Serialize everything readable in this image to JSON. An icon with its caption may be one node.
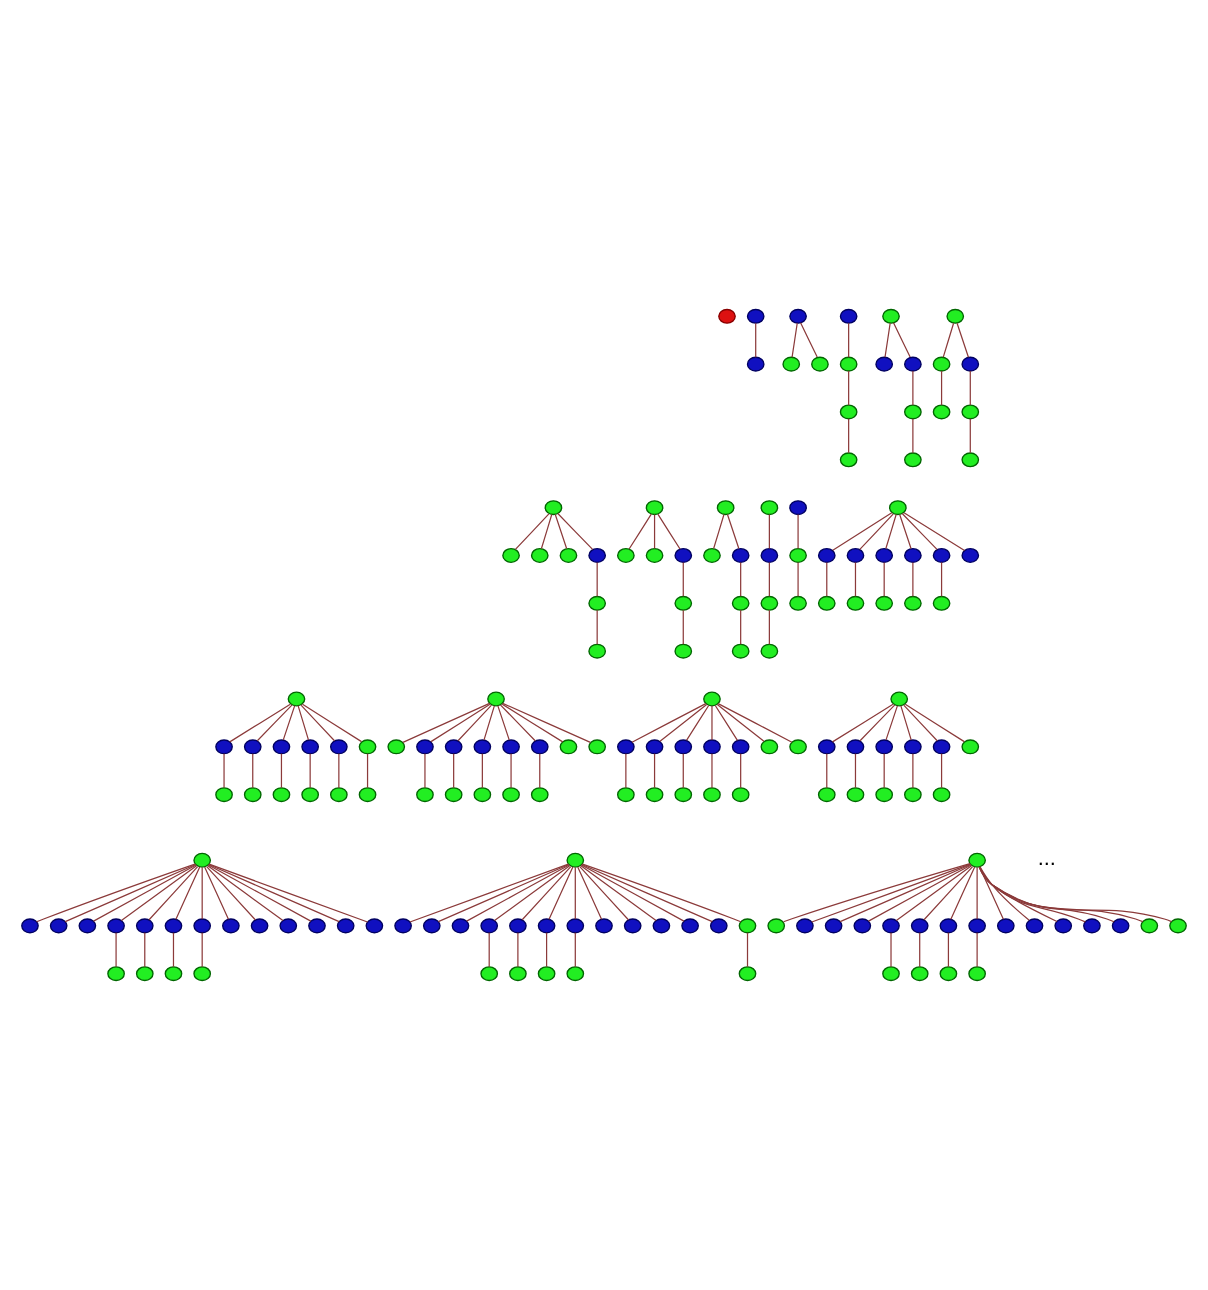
{
  "diagram": {
    "nodes": [
      {
        "text": [],
        "shape": "circle"
      },
      {
        "text": [],
        "shape": "circle"
      },
      {
        "text": [],
        "shape": "circle"
      },
      {
        "text": [],
        "shape": "circle"
      },
      {
        "text": [],
        "shape": "circle"
      },
      {
        "text": [],
        "shape": "circle"
      },
      {
        "text": [],
        "shape": "circle"
      },
      {
        "text": [],
        "shape": "circle"
      },
      {
        "text": [],
        "shape": "circle"
      },
      {
        "text": [],
        "shape": "circle"
      },
      {
        "text": [],
        "shape": "circle"
      },
      {
        "text": [],
        "shape": "circle"
      },
      {
        "text": [],
        "shape": "circle"
      },
      {
        "text": [],
        "shape": "circle"
      },
      {
        "text": [],
        "shape": "circle"
      },
      {
        "text": [],
        "shape": "circle"
      },
      {
        "text": [],
        "shape": "circle"
      },
      {
        "text": [],
        "shape": "circle"
      },
      {
        "text": [],
        "shape": "circle"
      },
      {
        "text": [],
        "shape": "circle"
      },
      {
        "text": [],
        "shape": "circle"
      },
      {
        "text": [],
        "shape": "circle"
      },
      {
        "text": [],
        "shape": "circle"
      },
      {
        "text": [],
        "shape": "circle"
      },
      {
        "text": [],
        "shape": "circle"
      },
      {
        "text": [],
        "shape": "circle"
      },
      {
        "text": [],
        "shape": "circle"
      },
      {
        "text": [],
        "shape": "circle"
      },
      {
        "text": [],
        "shape": "circle"
      },
      {
        "text": [],
        "shape": "circle"
      },
      {
        "text": [],
        "shape": "circle"
      },
      {
        "text": [],
        "shape": "circle"
      },
      {
        "text": [],
        "shape": "circle"
      },
      {
        "text": [],
        "shape": "circle"
      },
      {
        "text": [],
        "shape": "circle"
      },
      {
        "text": [],
        "shape": "circle"
      },
      {
        "text": [],
        "shape": "circle"
      },
      {
        "text": [],
        "shape": "circle"
      },
      {
        "text": [],
        "shape": "circle"
      },
      {
        "text": [],
        "shape": "circle"
      },
      {
        "text": [],
        "shape": "circle"
      },
      {
        "text": [],
        "shape": "circle"
      },
      {
        "text": [],
        "shape": "circle"
      },
      {
        "text": [],
        "shape": "circle"
      },
      {
        "text": [],
        "shape": "circle"
      },
      {
        "text": [],
        "shape": "circle"
      },
      {
        "text": [],
        "shape": "circle"
      },
      {
        "text": [],
        "shape": "circle"
      },
      {
        "text": [],
        "shape": "circle"
      },
      {
        "text": [],
        "shape": "circle"
      },
      {
        "text": [],
        "shape": "circle"
      },
      {
        "text": [],
        "shape": "circle"
      },
      {
        "text": [],
        "shape": "circle"
      },
      {
        "text": [],
        "shape": "circle"
      },
      {
        "text": [],
        "shape": "circle"
      },
      {
        "text": [],
        "shape": "circle"
      },
      {
        "text": [],
        "shape": "circle"
      },
      {
        "text": [],
        "shape": "circle"
      },
      {
        "text": [],
        "shape": "circle"
      },
      {
        "text": [],
        "shape": "circle"
      },
      {
        "text": [],
        "shape": "circle"
      },
      {
        "text": [],
        "shape": "circle"
      },
      {
        "text": [],
        "shape": "circle"
      },
      {
        "text": [],
        "shape": "circle"
      },
      {
        "text": [],
        "shape": "circle"
      },
      {
        "text": [],
        "shape": "circle"
      },
      {
        "text": [],
        "shape": "circle"
      },
      {
        "text": [],
        "shape": "circle"
      },
      {
        "text": [],
        "shape": "circle"
      },
      {
        "text": [],
        "shape": "circle"
      },
      {
        "text": [],
        "shape": "circle"
      },
      {
        "text": [],
        "shape": "circle"
      },
      {
        "text": [],
        "shape": "circle"
      },
      {
        "text": [],
        "shape": "circle"
      },
      {
        "text": [],
        "shape": "circle"
      },
      {
        "text": [],
        "shape": "circle"
      },
      {
        "text": [],
        "shape": "circle"
      },
      {
        "text": [],
        "shape": "circle"
      },
      {
        "text": [],
        "shape": "circle"
      },
      {
        "text": [],
        "shape": "circle"
      },
      {
        "text": [],
        "shape": "circle"
      },
      {
        "text": [],
        "shape": "circle"
      },
      {
        "text": [],
        "shape": "circle"
      },
      {
        "text": [],
        "shape": "circle"
      },
      {
        "text": [],
        "shape": "circle"
      },
      {
        "text": [],
        "shape": "circle"
      },
      {
        "text": [],
        "shape": "circle"
      },
      {
        "text": [],
        "shape": "circle"
      },
      {
        "text": [],
        "shape": "circle"
      },
      {
        "text": [],
        "shape": "circle"
      },
      {
        "text": [],
        "shape": "circle"
      },
      {
        "text": [],
        "shape": "circle"
      },
      {
        "text": [],
        "shape": "circle"
      },
      {
        "text": [],
        "shape": "circle"
      },
      {
        "text": [],
        "shape": "circle"
      },
      {
        "text": [],
        "shape": "circle"
      },
      {
        "text": [],
        "shape": "circle"
      },
      {
        "text": [],
        "shape": "circle"
      },
      {
        "text": [],
        "shape": "circle"
      },
      {
        "text": [],
        "shape": "circle"
      },
      {
        "text": [],
        "shape": "circle"
      },
      {
        "text": [],
        "shape": "circle"
      },
      {
        "text": [],
        "shape": "circle"
      },
      {
        "text": [],
        "shape": "circle"
      },
      {
        "text": [],
        "shape": "circle"
      },
      {
        "text": [],
        "shape": "circle"
      },
      {
        "text": [],
        "shape": "circle"
      },
      {
        "text": [],
        "shape": "circle"
      },
      {
        "text": [],
        "shape": "circle"
      },
      {
        "text": [],
        "shape": "circle"
      },
      {
        "text": [],
        "shape": "circle"
      },
      {
        "text": [],
        "shape": "circle"
      },
      {
        "text": [],
        "shape": "circle"
      },
      {
        "text": [],
        "shape": "circle"
      },
      {
        "text": [],
        "shape": "circle"
      },
      {
        "text": [],
        "shape": "circle"
      },
      {
        "text": [],
        "shape": "circle"
      },
      {
        "text": [],
        "shape": "circle"
      },
      {
        "text": [],
        "shape": "circle"
      },
      {
        "text": [],
        "shape": "circle"
      },
      {
        "text": [],
        "shape": "circle"
      },
      {
        "text": [],
        "shape": "circle"
      },
      {
        "text": [],
        "shape": "circle"
      },
      {
        "text": [],
        "shape": "circle"
      },
      {
        "text": [],
        "shape": "circle"
      },
      {
        "text": [],
        "shape": "circle"
      },
      {
        "text": [],
        "shape": "circle"
      },
      {
        "text": [],
        "shape": "circle"
      },
      {
        "text": [],
        "shape": "circle"
      },
      {
        "text": [],
        "shape": "circle"
      },
      {
        "text": [],
        "shape": "circle"
      },
      {
        "text": [],
        "shape": "circle"
      },
      {
        "text": [],
        "shape": "circle"
      },
      {
        "text": [],
        "shape": "circle"
      },
      {
        "text": [],
        "shape": "circle"
      },
      {
        "text": [],
        "shape": "circle"
      },
      {
        "text": [],
        "shape": "circle"
      },
      {
        "text": [],
        "shape": "circle"
      },
      {
        "text": [],
        "shape": "circle"
      },
      {
        "text": [],
        "shape": "circle"
      },
      {
        "text": [],
        "shape": "circle"
      },
      {
        "text": [],
        "shape": "circle"
      },
      {
        "text": [],
        "shape": "circle"
      },
      {
        "text": [],
        "shape": "circle"
      },
      {
        "text": [],
        "shape": "circle"
      },
      {
        "text": [],
        "shape": "circle"
      },
      {
        "text": [],
        "shape": "circle"
      },
      {
        "text": [],
        "shape": "circle"
      },
      {
        "text": [],
        "shape": "circle"
      },
      {
        "text": [],
        "shape": "circle"
      },
      {
        "text": [],
        "shape": "circle"
      },
      {
        "text": [],
        "shape": "circle"
      },
      {
        "text": [],
        "shape": "circle"
      },
      {
        "text": [],
        "shape": "circle"
      },
      {
        "text": [],
        "shape": "circle"
      },
      {
        "text": [],
        "shape": "circle"
      },
      {
        "text": [],
        "shape": "circle"
      },
      {
        "text": [],
        "shape": "circle"
      },
      {
        "text": [],
        "shape": "circle"
      },
      {
        "text": [],
        "shape": "circle"
      },
      {
        "text": [],
        "shape": "circle"
      },
      {
        "text": [],
        "shape": "circle"
      },
      {
        "text": [],
        "shape": "circle"
      },
      {
        "text": [],
        "shape": "circle"
      },
      {
        "text": [],
        "shape": "circle"
      },
      {
        "text": [],
        "shape": "circle"
      },
      {
        "text": [],
        "shape": "circle"
      }
    ],
    "edges": [
      {
        "from": 1,
        "to": 2,
        "arrow": "none"
      },
      {
        "from": 3,
        "to": 4,
        "arrow": "none"
      },
      {
        "from": 3,
        "to": 5,
        "arrow": "none"
      },
      {
        "from": 6,
        "to": 7,
        "arrow": "none"
      },
      {
        "from": 7,
        "to": 8,
        "arrow": "none"
      },
      {
        "from": 8,
        "to": 9,
        "arrow": "none"
      },
      {
        "from": 10,
        "to": 11,
        "arrow": "none"
      },
      {
        "from": 10,
        "to": 12,
        "arrow": "none"
      },
      {
        "from": 12,
        "to": 13,
        "arrow": "none"
      },
      {
        "from": 13,
        "to": 14,
        "arrow": "none"
      },
      {
        "from": 15,
        "to": 16,
        "arrow": "none"
      },
      {
        "from": 15,
        "to": 17,
        "arrow": "none"
      },
      {
        "from": 16,
        "to": 18,
        "arrow": "none"
      },
      {
        "from": 17,
        "to": 19,
        "arrow": "none"
      },
      {
        "from": 19,
        "to": 20,
        "arrow": "none"
      },
      {
        "from": 21,
        "to": 22,
        "arrow": "none"
      },
      {
        "from": 21,
        "to": 23,
        "arrow": "none"
      },
      {
        "from": 21,
        "to": 24,
        "arrow": "none"
      },
      {
        "from": 21,
        "to": 25,
        "arrow": "none"
      },
      {
        "from": 25,
        "to": 26,
        "arrow": "none"
      },
      {
        "from": 26,
        "to": 27,
        "arrow": "none"
      },
      {
        "from": 28,
        "to": 29,
        "arrow": "none"
      },
      {
        "from": 28,
        "to": 30,
        "arrow": "none"
      },
      {
        "from": 28,
        "to": 31,
        "arrow": "none"
      },
      {
        "from": 31,
        "to": 32,
        "arrow": "none"
      },
      {
        "from": 32,
        "to": 33,
        "arrow": "none"
      },
      {
        "from": 34,
        "to": 35,
        "arrow": "none"
      },
      {
        "from": 34,
        "to": 36,
        "arrow": "none"
      },
      {
        "from": 36,
        "to": 37,
        "arrow": "none"
      },
      {
        "from": 37,
        "to": 38,
        "arrow": "none"
      },
      {
        "from": 39,
        "to": 40,
        "arrow": "none"
      },
      {
        "from": 40,
        "to": 41,
        "arrow": "none"
      },
      {
        "from": 41,
        "to": 42,
        "arrow": "none"
      },
      {
        "from": 43,
        "to": 44,
        "arrow": "none"
      },
      {
        "from": 44,
        "to": 45,
        "arrow": "none"
      },
      {
        "from": 46,
        "to": 47,
        "arrow": "none"
      },
      {
        "from": 46,
        "to": 48,
        "arrow": "none"
      },
      {
        "from": 46,
        "to": 49,
        "arrow": "none"
      },
      {
        "from": 46,
        "to": 50,
        "arrow": "none"
      },
      {
        "from": 46,
        "to": 51,
        "arrow": "none"
      },
      {
        "from": 46,
        "to": 52,
        "arrow": "none"
      },
      {
        "from": 47,
        "to": 53,
        "arrow": "none"
      },
      {
        "from": 48,
        "to": 54,
        "arrow": "none"
      },
      {
        "from": 49,
        "to": 55,
        "arrow": "none"
      },
      {
        "from": 50,
        "to": 56,
        "arrow": "none"
      },
      {
        "from": 51,
        "to": 57,
        "arrow": "none"
      },
      {
        "from": 58,
        "to": 59,
        "arrow": "none"
      },
      {
        "from": 58,
        "to": 60,
        "arrow": "none"
      },
      {
        "from": 58,
        "to": 61,
        "arrow": "none"
      },
      {
        "from": 58,
        "to": 62,
        "arrow": "none"
      },
      {
        "from": 58,
        "to": 63,
        "arrow": "none"
      },
      {
        "from": 58,
        "to": 64,
        "arrow": "none"
      },
      {
        "from": 59,
        "to": 65,
        "arrow": "none"
      },
      {
        "from": 60,
        "to": 66,
        "arrow": "none"
      },
      {
        "from": 61,
        "to": 67,
        "arrow": "none"
      },
      {
        "from": 62,
        "to": 68,
        "arrow": "none"
      },
      {
        "from": 63,
        "to": 69,
        "arrow": "none"
      },
      {
        "from": 64,
        "to": 70,
        "arrow": "none"
      },
      {
        "from": 71,
        "to": 72,
        "arrow": "none"
      },
      {
        "from": 71,
        "to": 73,
        "arrow": "none"
      },
      {
        "from": 71,
        "to": 74,
        "arrow": "none"
      },
      {
        "from": 71,
        "to": 75,
        "arrow": "none"
      },
      {
        "from": 71,
        "to": 76,
        "arrow": "none"
      },
      {
        "from": 71,
        "to": 77,
        "arrow": "none"
      },
      {
        "from": 71,
        "to": 78,
        "arrow": "none"
      },
      {
        "from": 71,
        "to": 79,
        "arrow": "none"
      },
      {
        "from": 73,
        "to": 80,
        "arrow": "none"
      },
      {
        "from": 74,
        "to": 81,
        "arrow": "none"
      },
      {
        "from": 75,
        "to": 82,
        "arrow": "none"
      },
      {
        "from": 76,
        "to": 83,
        "arrow": "none"
      },
      {
        "from": 77,
        "to": 84,
        "arrow": "none"
      },
      {
        "from": 85,
        "to": 86,
        "arrow": "none"
      },
      {
        "from": 85,
        "to": 87,
        "arrow": "none"
      },
      {
        "from": 85,
        "to": 88,
        "arrow": "none"
      },
      {
        "from": 85,
        "to": 89,
        "arrow": "none"
      },
      {
        "from": 85,
        "to": 90,
        "arrow": "none"
      },
      {
        "from": 85,
        "to": 91,
        "arrow": "none"
      },
      {
        "from": 85,
        "to": 92,
        "arrow": "none"
      },
      {
        "from": 86,
        "to": 93,
        "arrow": "none"
      },
      {
        "from": 87,
        "to": 94,
        "arrow": "none"
      },
      {
        "from": 88,
        "to": 95,
        "arrow": "none"
      },
      {
        "from": 89,
        "to": 96,
        "arrow": "none"
      },
      {
        "from": 90,
        "to": 97,
        "arrow": "none"
      },
      {
        "from": 98,
        "to": 99,
        "arrow": "none"
      },
      {
        "from": 98,
        "to": 100,
        "arrow": "none"
      },
      {
        "from": 98,
        "to": 101,
        "arrow": "none"
      },
      {
        "from": 98,
        "to": 102,
        "arrow": "none"
      },
      {
        "from": 98,
        "to": 103,
        "arrow": "none"
      },
      {
        "from": 98,
        "to": 104,
        "arrow": "none"
      },
      {
        "from": 99,
        "to": 105,
        "arrow": "none"
      },
      {
        "from": 100,
        "to": 106,
        "arrow": "none"
      },
      {
        "from": 101,
        "to": 107,
        "arrow": "none"
      },
      {
        "from": 102,
        "to": 108,
        "arrow": "none"
      },
      {
        "from": 103,
        "to": 109,
        "arrow": "none"
      },
      {
        "from": 110,
        "to": 111,
        "arrow": "none"
      },
      {
        "from": 110,
        "to": 112,
        "arrow": "none"
      },
      {
        "from": 110,
        "to": 113,
        "arrow": "none"
      },
      {
        "from": 110,
        "to": 114,
        "arrow": "none"
      },
      {
        "from": 110,
        "to": 115,
        "arrow": "none"
      },
      {
        "from": 110,
        "to": 116,
        "arrow": "none"
      },
      {
        "from": 110,
        "to": 117,
        "arrow": "none"
      },
      {
        "from": 110,
        "to": 118,
        "arrow": "none"
      },
      {
        "from": 110,
        "to": 119,
        "arrow": "none"
      },
      {
        "from": 110,
        "to": 120,
        "arrow": "none"
      },
      {
        "from": 110,
        "to": 121,
        "arrow": "none"
      },
      {
        "from": 110,
        "to": 122,
        "arrow": "none"
      },
      {
        "from": 110,
        "to": 123,
        "arrow": "none"
      },
      {
        "from": 114,
        "to": 124,
        "arrow": "none"
      },
      {
        "from": 115,
        "to": 125,
        "arrow": "none"
      },
      {
        "from": 116,
        "to": 126,
        "arrow": "none"
      },
      {
        "from": 117,
        "to": 127,
        "arrow": "none"
      },
      {
        "from": 128,
        "to": 129,
        "arrow": "none"
      },
      {
        "from": 128,
        "to": 130,
        "arrow": "none"
      },
      {
        "from": 128,
        "to": 131,
        "arrow": "none"
      },
      {
        "from": 128,
        "to": 132,
        "arrow": "none"
      },
      {
        "from": 128,
        "to": 133,
        "arrow": "none"
      },
      {
        "from": 128,
        "to": 134,
        "arrow": "none"
      },
      {
        "from": 128,
        "to": 135,
        "arrow": "none"
      },
      {
        "from": 128,
        "to": 136,
        "arrow": "none"
      },
      {
        "from": 128,
        "to": 137,
        "arrow": "none"
      },
      {
        "from": 128,
        "to": 138,
        "arrow": "none"
      },
      {
        "from": 128,
        "to": 139,
        "arrow": "none"
      },
      {
        "from": 128,
        "to": 140,
        "arrow": "none"
      },
      {
        "from": 128,
        "to": 141,
        "arrow": "none"
      },
      {
        "from": 132,
        "to": 142,
        "arrow": "none"
      },
      {
        "from": 133,
        "to": 143,
        "arrow": "none"
      },
      {
        "from": 134,
        "to": 144,
        "arrow": "none"
      },
      {
        "from": 135,
        "to": 145,
        "arrow": "none"
      },
      {
        "from": 141,
        "to": 146,
        "arrow": "none"
      },
      {
        "from": 147,
        "to": 148,
        "arrow": "none"
      },
      {
        "from": 147,
        "to": 149,
        "arrow": "none"
      },
      {
        "from": 147,
        "to": 150,
        "arrow": "none"
      },
      {
        "from": 147,
        "to": 151,
        "arrow": "none"
      },
      {
        "from": 147,
        "to": 152,
        "arrow": "none"
      },
      {
        "from": 147,
        "to": 153,
        "arrow": "none"
      },
      {
        "from": 147,
        "to": 154,
        "arrow": "none"
      },
      {
        "from": 147,
        "to": 155,
        "arrow": "none"
      },
      {
        "from": 147,
        "to": 156,
        "arrow": "none"
      },
      {
        "from": 147,
        "to": 157,
        "arrow": "none"
      },
      {
        "from": 147,
        "to": 158,
        "arrow": "none"
      },
      {
        "from": 147,
        "to": 159,
        "arrow": "none"
      },
      {
        "from": 147,
        "to": 160,
        "arrow": "none"
      },
      {
        "from": 147,
        "to": 161,
        "arrow": "none"
      },
      {
        "from": 147,
        "to": 162,
        "arrow": "none"
      },
      {
        "from": 152,
        "to": 163,
        "arrow": "none"
      },
      {
        "from": 153,
        "to": 164,
        "arrow": "none"
      },
      {
        "from": 154,
        "to": 165,
        "arrow": "none"
      },
      {
        "from": 155,
        "to": 166,
        "arrow": "none"
      }
    ],
    "labels": [
      "..."
    ]
  }
}
